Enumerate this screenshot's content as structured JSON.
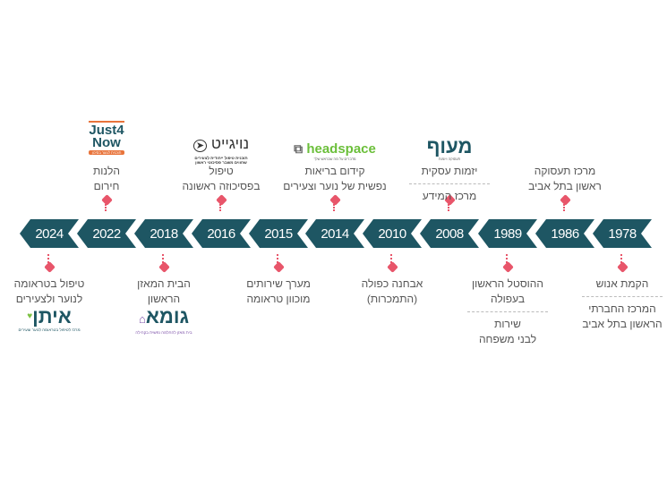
{
  "colors": {
    "chevron": "#1e5663",
    "pin": "#e8556a",
    "text": "#555555"
  },
  "years": [
    "2024",
    "2022",
    "2018",
    "2016",
    "2015",
    "2014",
    "2010",
    "2008",
    "1989",
    "1986",
    "1978"
  ],
  "above": [
    {
      "year": "2022",
      "logo": "Just4Now",
      "logo_sub": "תוכנית לנוער בסיכון",
      "lines": [
        "הלנות",
        "חירום"
      ]
    },
    {
      "year": "2016",
      "logo": "נויגייט",
      "logo_sub": "תוכנית טיפול ייחודית לצעירים שחווים משבר פסיכוטי ראשון",
      "lines": [
        "טיפול",
        "בפסיכוזה ראשונה"
      ]
    },
    {
      "year": "2014",
      "logo": "headspace",
      "logo_sub": "מדברים על מה שבראש שלך",
      "lines": [
        "קידום בריאות",
        "נפשית של נוער וצעירים"
      ]
    },
    {
      "year": "2008",
      "logo": "מעוף",
      "logo_sub": "תעסוקה ויזמות",
      "lines": [
        "יזמות עסקית"
      ],
      "lines2": [
        "מרכז המידע"
      ]
    },
    {
      "year": "1986",
      "lines": [
        "מרכז תעסוקה",
        "ראשון בתל אביב"
      ]
    }
  ],
  "below": [
    {
      "year": "2024",
      "lines": [
        "טיפול בטראומה",
        "לנוער ולצעירים"
      ],
      "logo": "איתן",
      "logo_sub": "מרכז לטיפול בטראומה לנוער וצעירים"
    },
    {
      "year": "2018",
      "lines": [
        "הבית המאזן",
        "הראשון"
      ],
      "logo": "גומא",
      "logo_sub": "בית מאזן להחלמה נפשית בקהילה"
    },
    {
      "year": "2015",
      "lines": [
        "מערך שירותים",
        "מוכוון טראומה"
      ]
    },
    {
      "year": "2010",
      "lines": [
        "אבחנה כפולה",
        "(התמכרות)"
      ]
    },
    {
      "year": "1989",
      "lines": [
        "ההוסטל הראשון",
        "בעפולה"
      ],
      "lines2": [
        "שירות",
        "לבני משפחה"
      ]
    },
    {
      "year": "1978",
      "lines": [
        "הקמת אנוש"
      ],
      "lines2": [
        "המרכז החברתי",
        "הראשון בתל אביב"
      ]
    }
  ]
}
